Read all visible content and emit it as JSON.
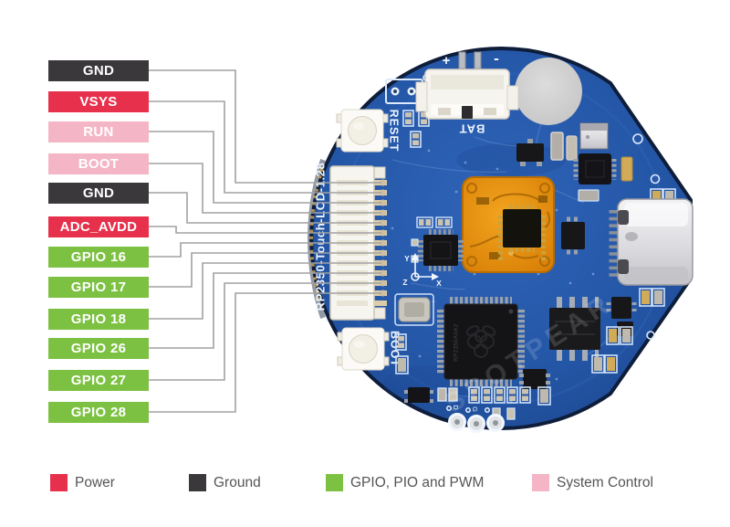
{
  "pins": [
    {
      "label": "GND",
      "type": "ground"
    },
    {
      "label": "VSYS",
      "type": "power"
    },
    {
      "label": "RUN",
      "type": "system"
    },
    {
      "label": "BOOT",
      "type": "system"
    },
    {
      "label": "GND",
      "type": "ground"
    },
    {
      "label": "ADC_AVDD",
      "type": "power"
    },
    {
      "label": "GPIO 16",
      "type": "gpio"
    },
    {
      "label": "GPIO 17",
      "type": "gpio"
    },
    {
      "label": "GPIO 18",
      "type": "gpio"
    },
    {
      "label": "GPIO 26",
      "type": "gpio"
    },
    {
      "label": "GPIO 27",
      "type": "gpio"
    },
    {
      "label": "GPIO 28",
      "type": "gpio"
    }
  ],
  "legend": [
    {
      "label": "Power",
      "type": "power"
    },
    {
      "label": "Ground",
      "type": "ground"
    },
    {
      "label": "GPIO, PIO and PWM",
      "type": "gpio"
    },
    {
      "label": "System Control",
      "type": "system"
    }
  ],
  "board": {
    "title": "RP2350-Touch-LCD-1.28",
    "bat": "BAT",
    "reset": "RESET",
    "boot": "BOOT",
    "plus": "+",
    "minus": "-",
    "axis_x": "X",
    "axis_y": "Y",
    "axis_z": "Z",
    "pad_label_d": "D",
    "pad_label_g": "G",
    "chip_marking": "RP2350A0A2",
    "watermark": "SPOTPEAR"
  },
  "colors": {
    "power_red": "#e7304c",
    "ground_dark": "#3b383c",
    "gpio_green": "#7cc142",
    "system_pink": "#f4b6c6",
    "wire_gray": "#a2a2a2",
    "pcb_blue": "#2a5cac",
    "pcb_edge": "#0e1d3a",
    "silkscreen": "#dceafc",
    "module_orange": "#e89114",
    "connector_white": "#f6f4ef",
    "metal_silver": "#d9d9dc"
  }
}
